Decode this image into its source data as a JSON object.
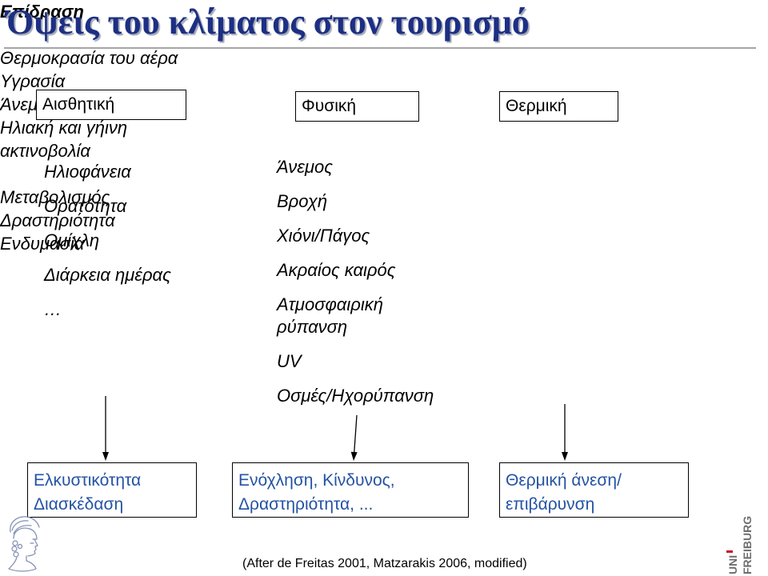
{
  "title": "Όψεις του κλίματος στον τουρισμό",
  "columns": {
    "aesthetic": {
      "label": "Αισθητική",
      "items": [
        "Ηλιοφάνεια",
        "Ορατότητα",
        "Ομίχλη",
        "Διάρκεια ημέρας",
        "…"
      ],
      "outcome": [
        "Ελκυστικότητα",
        "Διασκέδαση"
      ]
    },
    "physical": {
      "label": "Φυσική",
      "items": [
        "Άνεμος",
        "Βροχή",
        "Χιόνι/Πάγος",
        "Ακραίος καιρός",
        "Ατμοσφαιρική ρύπανση",
        "UV",
        "Οσμές/Ηχορύπανση"
      ],
      "outcome": [
        "Ενόχληση, Κίνδυνος,",
        "Δραστηριότητα, ..."
      ]
    },
    "thermal": {
      "label": "Θερμική",
      "heading": "Επίδραση",
      "groups": [
        [
          "Θερμοκρασία του αέρα",
          "Υγρασία",
          "Άνεμος",
          "Ηλιακή και γήινη ακτινοβολία"
        ],
        [
          "Μεταβολισμός",
          "Δραστηριότητα",
          "Ενδυμασία"
        ]
      ],
      "outcome": [
        "Θερμική άνεση/",
        "επιβάρυνση"
      ]
    }
  },
  "caption": "(After de Freitas 2001, Matzarakis 2006, modified)",
  "logos": {
    "left": {
      "icon": "athena-head-logo-icon"
    },
    "right": {
      "icon": "uni-freiburg-logo",
      "line1": "UNI",
      "line2": "FREIBURG"
    }
  },
  "colors": {
    "title": "#1c2f83",
    "outcome_text": "#2453a4",
    "rule": "#a6a6a6",
    "logo_red": "#c8102e",
    "logo_gray": "#6e6e6e",
    "logo_left_stroke": "#7f8db0"
  }
}
